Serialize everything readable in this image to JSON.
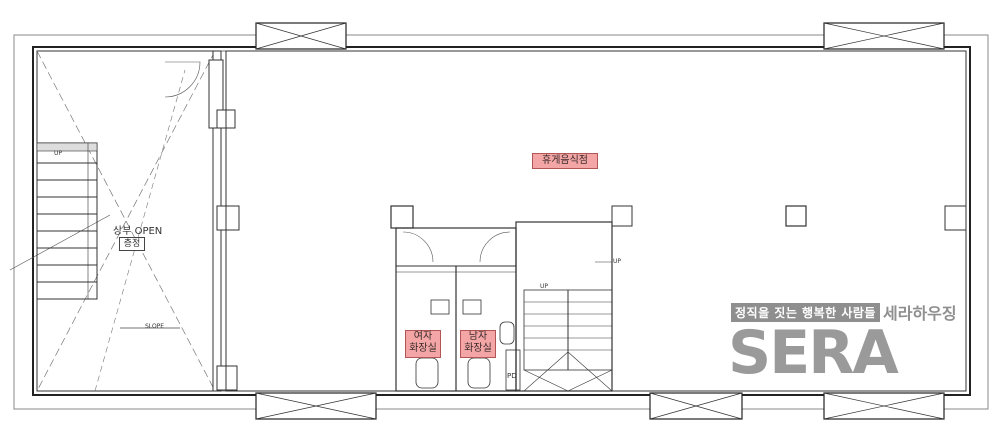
{
  "rooms": {
    "restaurant": "휴게음식점",
    "open_above": "상부 OPEN",
    "ceiling": "층정",
    "womens_restroom": [
      "여자",
      "화장실"
    ],
    "mens_restroom": [
      "남자",
      "화장실"
    ],
    "pd": "PD"
  },
  "annotations": {
    "up_left_stair": "UP",
    "up_right_stair": "UP",
    "up_right_stair_2": "UP",
    "slope": "SLOPE"
  },
  "watermark": {
    "tagline": "정직을 짓는 행복한 사람들",
    "name": "세라하우징",
    "logo": "SERA"
  },
  "colors": {
    "room_tag_fill": "#f4a6a6",
    "line": "#333333",
    "watermark": "#9a9a9a"
  }
}
